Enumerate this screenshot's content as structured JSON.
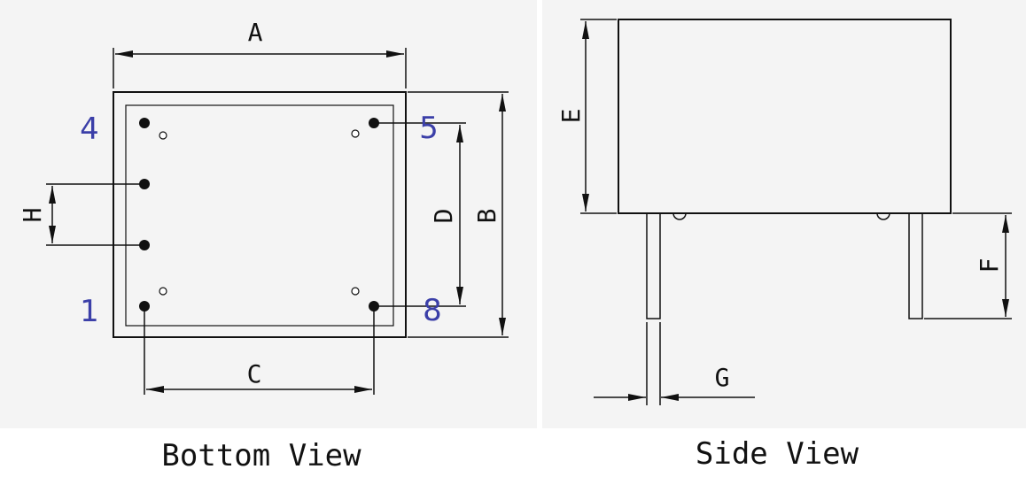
{
  "bottom_view": {
    "caption": "Bottom View",
    "dims": {
      "A": "A",
      "B": "B",
      "C": "C",
      "D": "D",
      "H": "H"
    },
    "pins": {
      "p1": "1",
      "p4": "4",
      "p5": "5",
      "p8": "8"
    }
  },
  "side_view": {
    "caption": "Side View",
    "dims": {
      "E": "E",
      "F": "F",
      "G": "G"
    }
  }
}
